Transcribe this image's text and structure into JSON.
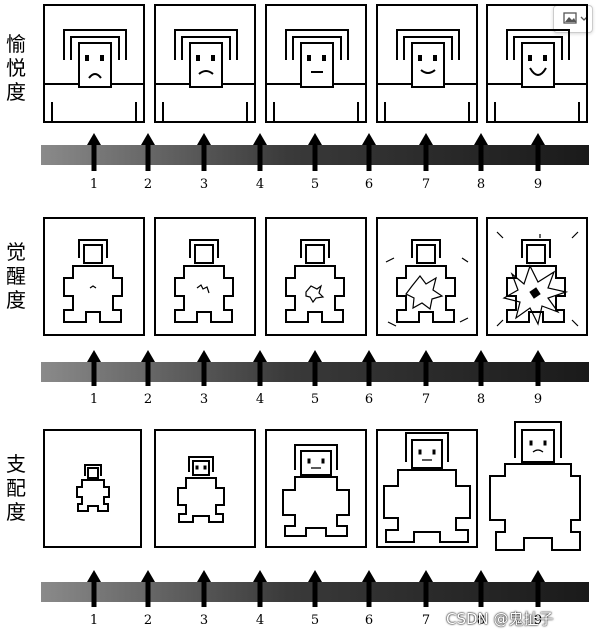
{
  "rows": [
    {
      "key": "pleasure",
      "label_chars": [
        "愉",
        "悦",
        "度"
      ]
    },
    {
      "key": "arousal",
      "label_chars": [
        "觉",
        "醒",
        "度"
      ]
    },
    {
      "key": "dominance",
      "label_chars": [
        "支",
        "配",
        "度"
      ]
    }
  ],
  "scale_numbers": [
    "1",
    "2",
    "3",
    "4",
    "5",
    "6",
    "7",
    "8",
    "9"
  ],
  "watermark": "CSDN @鬼扯子",
  "colors": {
    "gradient_start": "#888888",
    "gradient_end": "#1a1a1a",
    "stroke": "#000000"
  },
  "icons": {
    "image_icon": "image-icon"
  }
}
